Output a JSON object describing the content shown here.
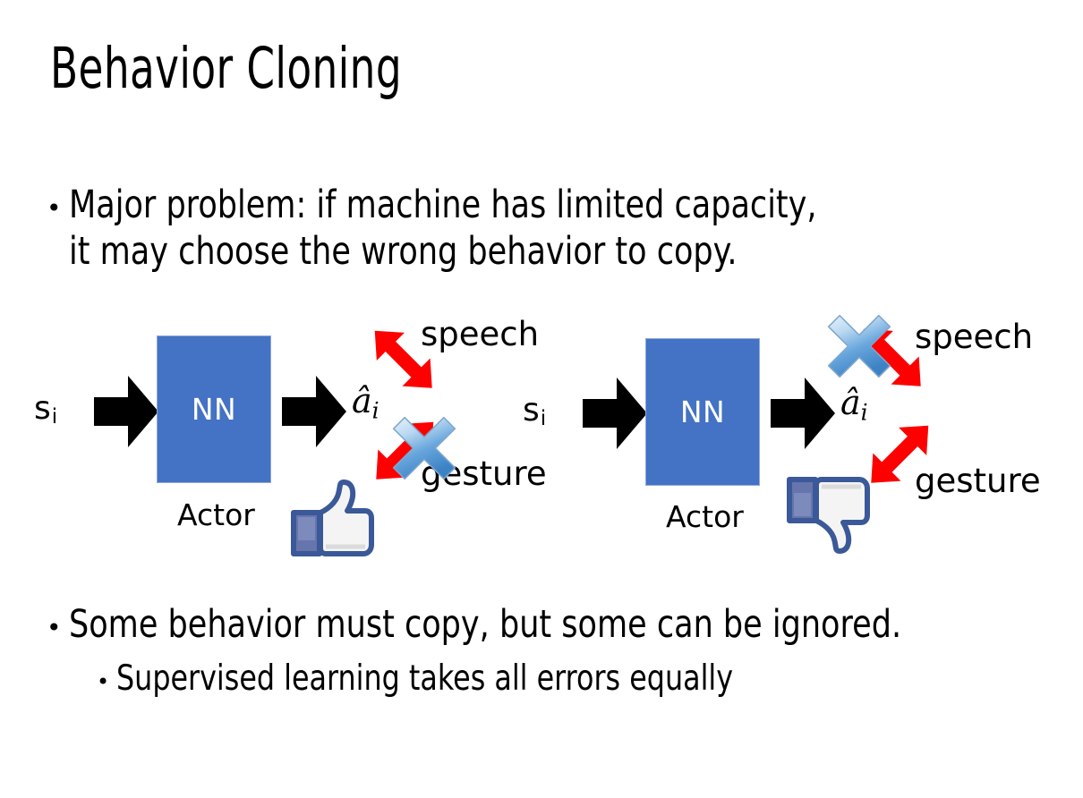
{
  "slide": {
    "title": "Behavior Cloning",
    "background_color": "#FFFFFF"
  },
  "bullets": {
    "bullet_char": "•",
    "main": "Major problem: if machine has limited capacity, it may choose the wrong behavior to copy.",
    "second": "Some behavior must copy, but some can be ignored.",
    "sub": "Supervised learning takes all errors equally"
  },
  "colors": {
    "nn_box": "#4472C4",
    "nn_box_border": "#8FA8D8",
    "arrow_black": "#000000",
    "arrow_red": "#FF0000",
    "x_blue_light": "#CFE2F7",
    "x_blue_mid": "#5B9BD5",
    "x_blue_dark": "#2E75B6",
    "thumb_outline": "#3B5998",
    "thumb_fill": "#F2F2F2",
    "thumb_cuff": "#6675AC",
    "text": "#000000"
  },
  "diagrams": [
    {
      "id": "left",
      "state_label": "s",
      "state_subscript": "i",
      "nn_label": "NN",
      "actor_label": "Actor",
      "action_label": "â",
      "action_subscript": "i",
      "outputs": [
        {
          "name": "speech",
          "label": "speech",
          "crossed_out": false
        },
        {
          "name": "gesture",
          "label": "gesture",
          "crossed_out": true
        }
      ],
      "verdict_icon": "thumbs-up-icon",
      "verdict": "good"
    },
    {
      "id": "right",
      "state_label": "s",
      "state_subscript": "i",
      "nn_label": "NN",
      "actor_label": "Actor",
      "action_label": "â",
      "action_subscript": "i",
      "outputs": [
        {
          "name": "speech",
          "label": "speech",
          "crossed_out": true
        },
        {
          "name": "gesture",
          "label": "gesture",
          "crossed_out": false
        }
      ],
      "verdict_icon": "thumbs-down-icon",
      "verdict": "bad"
    }
  ]
}
